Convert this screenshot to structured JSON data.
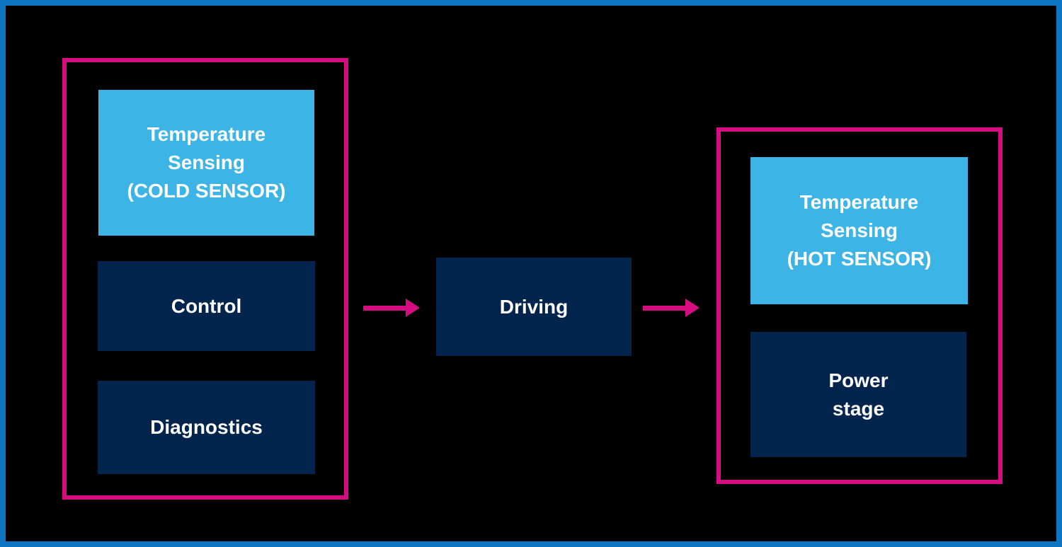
{
  "diagram": {
    "left_group": {
      "blocks": {
        "cold_sensor": "Temperature\nSensing\n(COLD SENSOR)",
        "control": "Control",
        "diagnostics": "Diagnostics"
      }
    },
    "driving": {
      "label": "Driving"
    },
    "right_group": {
      "blocks": {
        "hot_sensor": "Temperature\nSensing\n(HOT SENSOR)",
        "power_stage": "Power\nstage"
      }
    },
    "icons": {
      "arrow_left": "arrow-right-icon",
      "arrow_right": "arrow-right-icon"
    },
    "colors": {
      "background": "#000000",
      "frame_blue": "#0d75c2",
      "accent_magenta": "#d50d81",
      "accent_light_blue": "#3cb4e6",
      "accent_navy": "#03254d",
      "text": "#ffffff"
    }
  }
}
